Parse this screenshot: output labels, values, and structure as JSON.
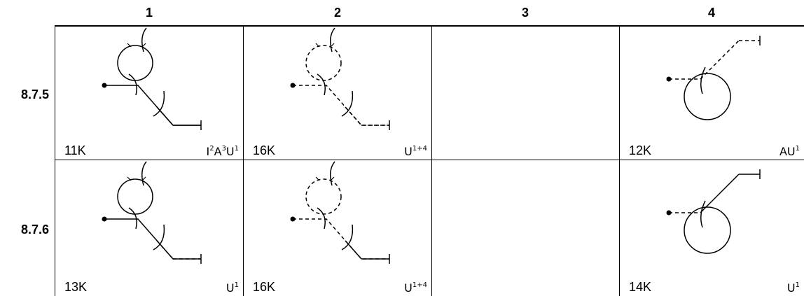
{
  "columns": [
    "1",
    "2",
    "3",
    "4"
  ],
  "rows": [
    {
      "label": "8.7.5",
      "cells": [
        {
          "code": "11K",
          "flags": [
            {
              "t": "I",
              "s": "2"
            },
            {
              "t": "A",
              "s": "3"
            },
            {
              "t": "U",
              "s": "1"
            }
          ],
          "style": {
            "circle": "solid",
            "approach": "solid",
            "exit": "solid"
          },
          "variant": "loop-right"
        },
        {
          "code": "16K",
          "flags": [
            {
              "t": "U",
              "s": "1+4"
            }
          ],
          "style": {
            "circle": "dashed",
            "approach": "dashed",
            "exit": "dashed"
          },
          "variant": "loop-right"
        },
        {
          "code": "",
          "flags": [],
          "variant": "empty"
        },
        {
          "code": "12K",
          "flags": [
            {
              "t": "AU",
              "s": "1"
            }
          ],
          "style": {
            "circle": "solid",
            "approach": "dashed",
            "exit": "dashed"
          },
          "variant": "loop-up"
        }
      ]
    },
    {
      "label": "8.7.6",
      "cells": [
        {
          "code": "13K",
          "flags": [
            {
              "t": "U",
              "s": "1"
            }
          ],
          "style": {
            "circle": "solid",
            "approach": "solid",
            "exit": "dashed"
          },
          "variant": "loop-right"
        },
        {
          "code": "16K",
          "flags": [
            {
              "t": "U",
              "s": "1+4"
            }
          ],
          "style": {
            "circle": "dashed",
            "approach": "dashed",
            "exit": "solid"
          },
          "variant": "loop-right"
        },
        {
          "code": "",
          "flags": [],
          "variant": "empty"
        },
        {
          "code": "14K",
          "flags": [
            {
              "t": "U",
              "s": "1"
            }
          ],
          "style": {
            "circle": "solid",
            "approach": "dashed",
            "exit": "solid"
          },
          "variant": "loop-up"
        }
      ]
    }
  ]
}
